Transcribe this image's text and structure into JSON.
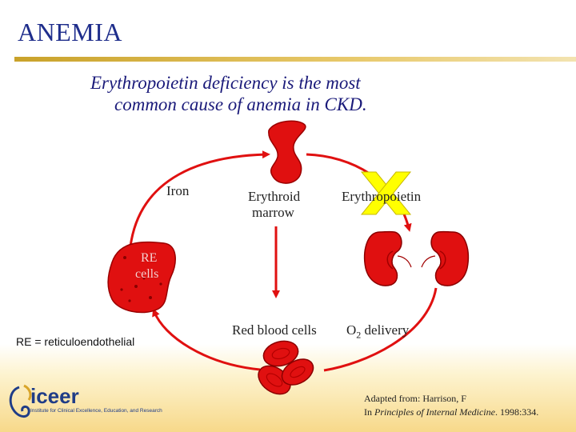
{
  "slide": {
    "title": "ANEMIA",
    "subtitle_line1": "Erythropoietin deficiency is the most",
    "subtitle_line2": "common cause of anemia in CKD."
  },
  "diagram": {
    "iron": "Iron",
    "marrow_line1": "Erythroid",
    "marrow_line2": "marrow",
    "epo": "Erythropoietin",
    "re_line1": "RE",
    "re_line2": "cells",
    "rbc": "Red blood cells",
    "o2_main": "O",
    "o2_sub": "2",
    "o2_delivery": "delivery",
    "re_note": "RE = reticuloendothelial"
  },
  "citation": {
    "line1": "Adapted from: Harrison, F",
    "line2_prefix": "In",
    "line2_title": "Principles of Internal Medicine",
    "line2_suffix": ". 1998:334."
  },
  "logo": {
    "word": "iceer",
    "tagline": "Institute for Clinical Excellence, Education, and Research"
  },
  "colors": {
    "title": "#1f2e8c",
    "subtitle": "#1a1a7a",
    "organ_red": "#e01010",
    "epo_block": "#ffff00",
    "accent_gold": "#c9a22a"
  }
}
